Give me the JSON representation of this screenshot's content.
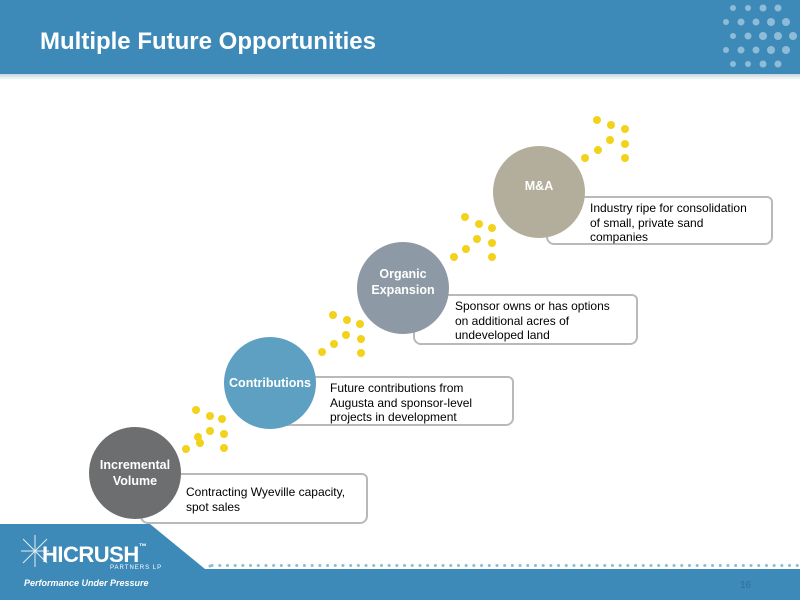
{
  "slide": {
    "title": "Multiple Future Opportunities",
    "page_number": "16"
  },
  "steps": [
    {
      "label_lines": [
        "Incremental",
        "Volume"
      ],
      "description_lines": [
        "Contracting Wyeville capacity,",
        "spot sales"
      ],
      "color": "#6d6e70"
    },
    {
      "label_lines": [
        "Contributions"
      ],
      "description_lines": [
        "Future contributions from",
        "Augusta and sponsor-level",
        "projects in development"
      ],
      "color": "#5ea0c1"
    },
    {
      "label_lines": [
        "Organic",
        "Expansion"
      ],
      "description_lines": [
        "Sponsor owns or has options",
        "on additional acres of",
        "undeveloped land"
      ],
      "color": "#8d99a4"
    },
    {
      "label_lines": [
        "M&A"
      ],
      "description_lines": [
        "Industry ripe for consolidation",
        "of small, private sand",
        "companies"
      ],
      "color": "#b3ad9c"
    }
  ],
  "logo": {
    "name": "HICRUSH",
    "trademark": "™",
    "subtitle": "PARTNERS LP",
    "tagline": "Performance Under Pressure"
  },
  "colors": {
    "header": "#3d8ab9",
    "accent_dots": "#f2d21b",
    "footer": "#3d8ab9"
  }
}
